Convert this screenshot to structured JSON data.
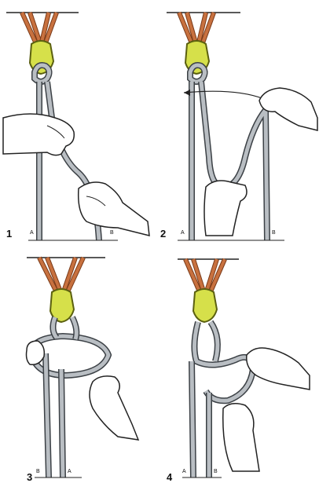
{
  "colors": {
    "sling": "#c8713f",
    "sling_edge": "#7a3a18",
    "carabiner": "#d6e04a",
    "carabiner_edge": "#5b6010",
    "rope": "#b9bec3",
    "rope_edge": "#3c4146",
    "hand": "#ffffff",
    "line": "#222222"
  },
  "panels": [
    {
      "number": "1",
      "rope_labels": [
        "A",
        "B"
      ]
    },
    {
      "number": "2",
      "rope_labels": [
        "A",
        "B"
      ]
    },
    {
      "number": "3",
      "rope_labels": [
        "B",
        "A"
      ]
    },
    {
      "number": "4",
      "rope_labels": [
        "A",
        "B"
      ]
    }
  ]
}
